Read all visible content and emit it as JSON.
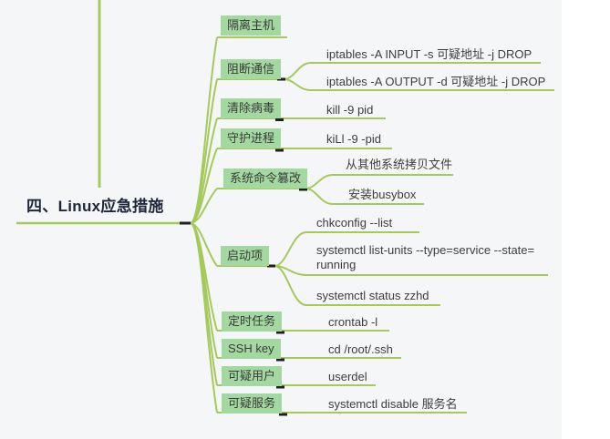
{
  "colors": {
    "canvas_bg": "#f5f6f8",
    "panel_bg": "#ffffff",
    "branch_line": "#a5c95b",
    "node_fill": "#a3d9a0",
    "node_text": "#3a3a3a",
    "leaf_text": "#3d3d3d",
    "root_text": "#1d2639",
    "junction_dash": "#1f1f1f"
  },
  "root": {
    "label": "四、Linux应急措施"
  },
  "branches": [
    {
      "label": "隔离主机",
      "children": []
    },
    {
      "label": "阻断通信",
      "children": [
        {
          "label": "iptables -A INPUT -s 可疑地址 -j DROP"
        },
        {
          "label": "iptables -A OUTPUT -d 可疑地址 -j DROP"
        }
      ]
    },
    {
      "label": "清除病毒",
      "children": [
        {
          "label": "kill -9 pid"
        }
      ]
    },
    {
      "label": "守护进程",
      "children": [
        {
          "label": "kiLl -9 -pid"
        }
      ]
    },
    {
      "label": "系统命令篡改",
      "children": [
        {
          "label": "从其他系统拷贝文件"
        },
        {
          "label": "安装busybox"
        }
      ]
    },
    {
      "label": "启动项",
      "children": [
        {
          "label": "chkconfig --list"
        },
        {
          "label": "systemctl list-units --type=service --state=\nrunning"
        },
        {
          "label": "systemctl status zzhd"
        }
      ]
    },
    {
      "label": "定时任务",
      "children": [
        {
          "label": "crontab -l"
        }
      ]
    },
    {
      "label": "SSH key",
      "children": [
        {
          "label": "cd /root/.ssh"
        }
      ]
    },
    {
      "label": "可疑用户",
      "children": [
        {
          "label": "userdel"
        }
      ]
    },
    {
      "label": "可疑服务",
      "children": [
        {
          "label": "systemctl disable 服务名"
        }
      ]
    }
  ]
}
